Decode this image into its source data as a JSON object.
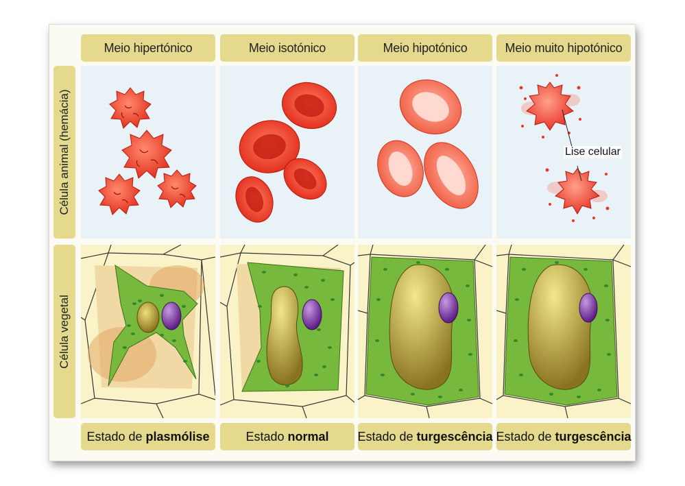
{
  "columns": [
    {
      "header": "Meio hipertónico",
      "footer_prefix": "Estado de",
      "footer_bold": "plasmólise"
    },
    {
      "header": "Meio isotónico",
      "footer_prefix": "Estado",
      "footer_bold": "normal"
    },
    {
      "header": "Meio hipotónico",
      "footer_prefix": "Estado de",
      "footer_bold": "turgescência"
    },
    {
      "header": "Meio muito hipotónico",
      "footer_prefix": "Estado de",
      "footer_bold": "turgescência"
    }
  ],
  "rows": {
    "animal": "Célula animal (hemácia)",
    "plant": "Célula vegetal"
  },
  "annotation": "Lise celular",
  "colors": {
    "header_bg": "#e4d98c",
    "animal_panel_bg": "#e9f3f7",
    "red_cell": "#e8392a",
    "red_cell_light": "#f3776a",
    "cytoplasm": "#74ba3c",
    "chloroplast": "#2f8a2c",
    "nucleus": "#7b2aa0",
    "vacuole": "#8f7a2a",
    "cell_wall": "#fbf3c8"
  }
}
